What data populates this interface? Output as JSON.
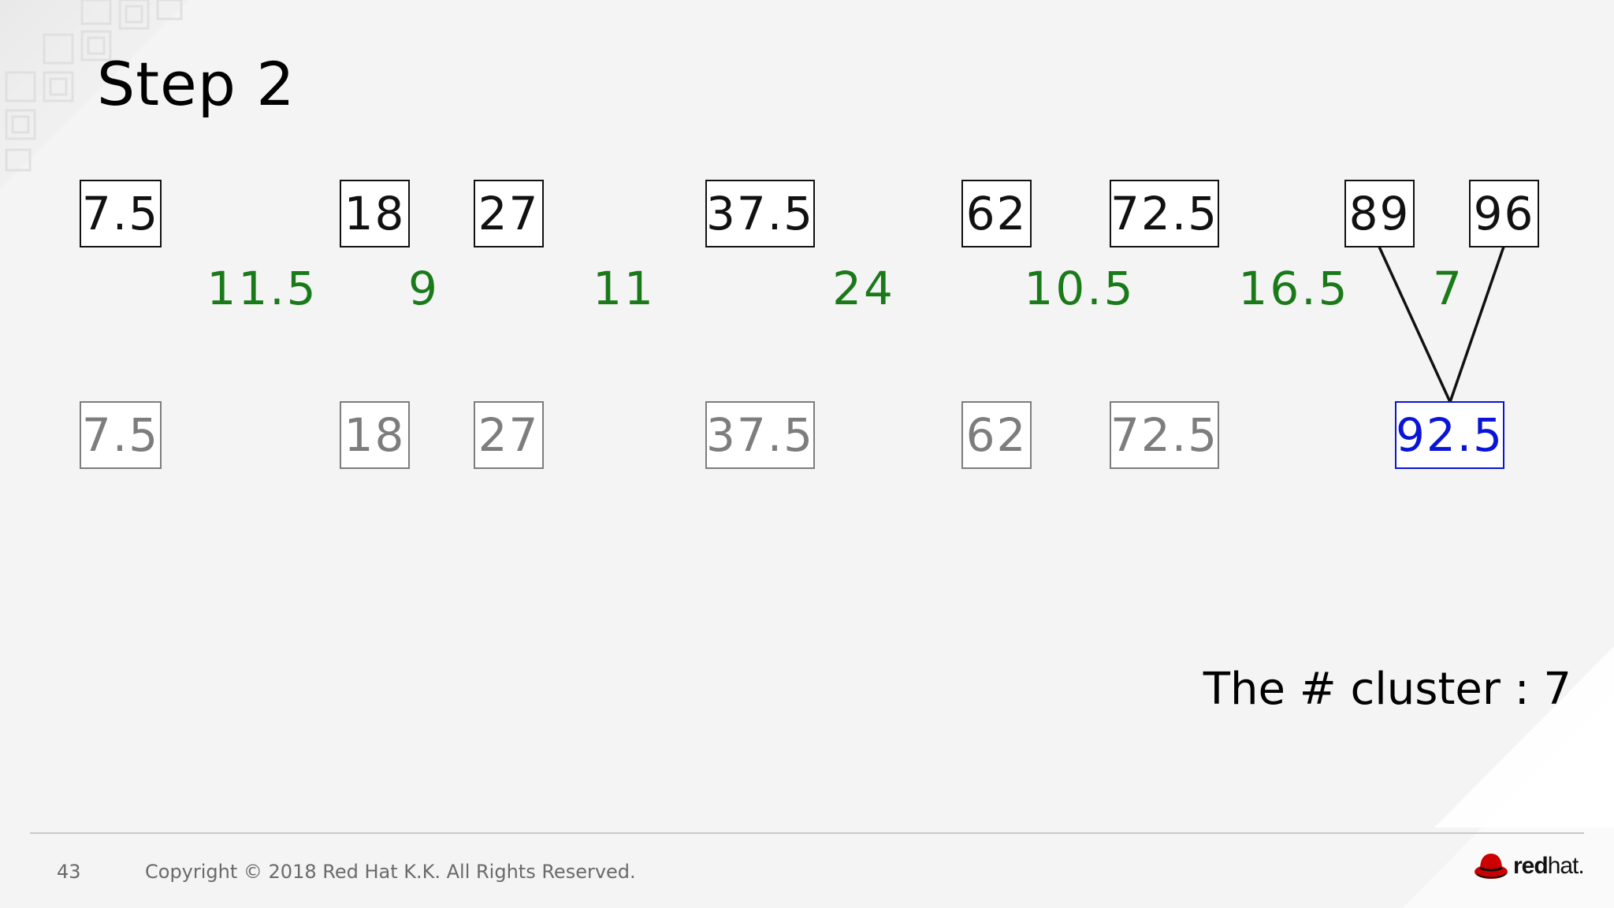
{
  "slide": {
    "title": "Step 2",
    "cluster_label": "The # cluster : 7"
  },
  "top_row": [
    "7.5",
    "18",
    "27",
    "37.5",
    "62",
    "72.5",
    "89",
    "96"
  ],
  "distances": [
    "11.5",
    "9",
    "11",
    "24",
    "10.5",
    "16.5",
    "7"
  ],
  "bottom_row": [
    "7.5",
    "18",
    "27",
    "37.5",
    "62",
    "72.5",
    "92.5"
  ],
  "merged_value": "92.5",
  "footer": {
    "page_number": "43",
    "copyright": "Copyright © 2018 Red Hat K.K. All Rights Reserved.",
    "logo_bold": "red",
    "logo_light": "hat."
  },
  "colors": {
    "box_border": "#111111",
    "previous_box": "#7d7d7d",
    "distance": "#1a7a1a",
    "merged_box": "#0a14d8",
    "logo_red": "#cc0000"
  },
  "icons": [
    "shadowman-logo-icon"
  ]
}
